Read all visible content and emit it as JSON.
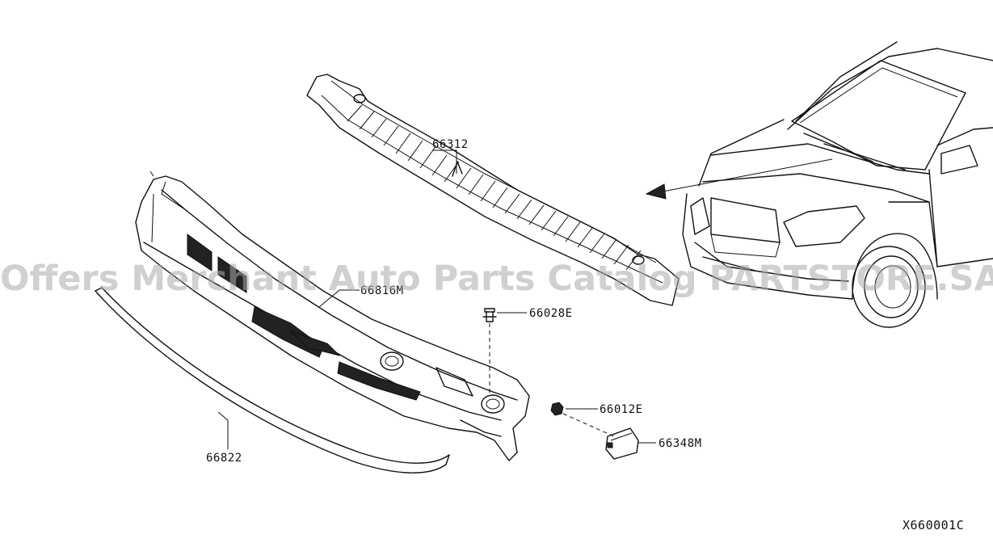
{
  "diagram": {
    "diagram_code": "X660001C",
    "watermark": "Offers Merchant Auto Parts Catalog PARTSTORE.SA",
    "parts": [
      {
        "id": "66312",
        "label": "66312"
      },
      {
        "id": "66816M",
        "label": "66816M"
      },
      {
        "id": "66028E",
        "label": "66028E"
      },
      {
        "id": "66012E",
        "label": "66012E"
      },
      {
        "id": "66348M",
        "label": "66348M"
      },
      {
        "id": "66822",
        "label": "66822"
      }
    ]
  }
}
